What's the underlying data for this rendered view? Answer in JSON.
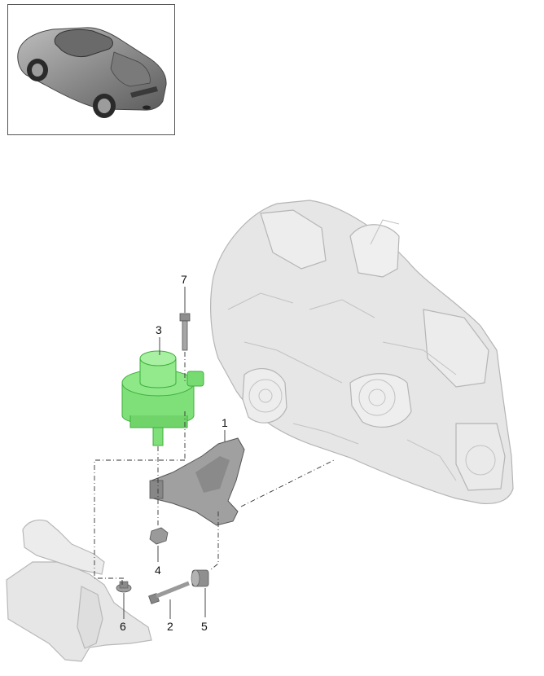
{
  "thumbnail": {
    "icon": "sports-car-roadster-icon"
  },
  "callouts": [
    {
      "label": "1"
    },
    {
      "label": "2"
    },
    {
      "label": "3"
    },
    {
      "label": "4"
    },
    {
      "label": "5"
    },
    {
      "label": "6"
    },
    {
      "label": "7"
    }
  ],
  "colors": {
    "highlight_part": "#7fe07a",
    "highlight_stroke": "#3fae3c",
    "ghost_part": "#e2e2e2",
    "part_gray": "#9a9a9a",
    "line": "#333333"
  }
}
